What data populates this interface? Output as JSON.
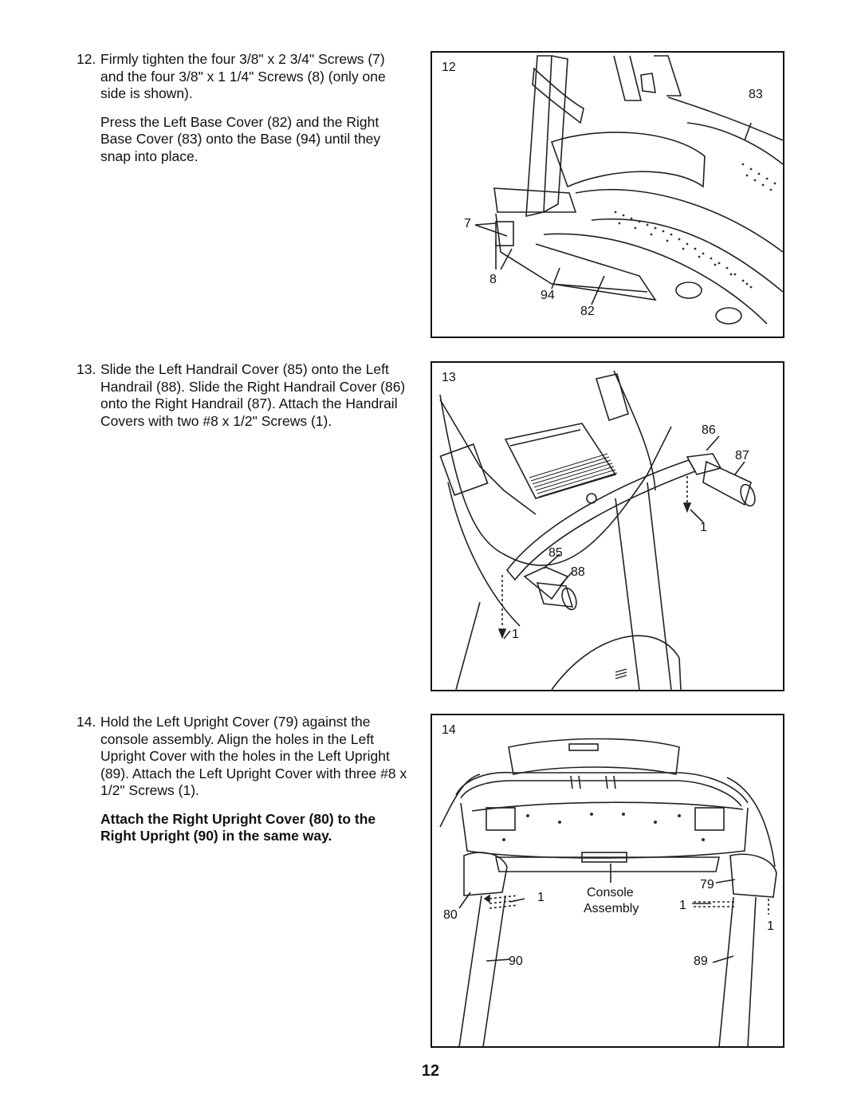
{
  "steps": [
    {
      "number": "12.",
      "paragraphs": [
        {
          "text": "Firmly tighten the four 3/8\" x 2 3/4\" Screws (7) and the four 3/8\" x 1 1/4\" Screws (8) (only one side is shown).",
          "bold": false
        },
        {
          "text": "Press the Left Base Cover (82) and the Right Base Cover (83) onto the Base (94) until they snap into place.",
          "bold": false
        }
      ]
    },
    {
      "number": "13.",
      "paragraphs": [
        {
          "text": "Slide the Left Handrail Cover (85) onto the Left Handrail (88). Slide the Right Handrail Cover (86) onto the Right Handrail (87). Attach the Handrail Covers with two #8 x 1/2\" Screws (1).",
          "bold": false
        }
      ]
    },
    {
      "number": "14.",
      "paragraphs": [
        {
          "text": "Hold the Left Upright Cover (79) against the console assembly. Align the holes in the Left Upright Cover with the holes in the Left Upright (89). Attach the Left Upright Cover with three #8 x 1/2\" Screws (1).",
          "bold": false
        },
        {
          "text": "Attach the Right Upright Cover (80) to the Right Upright (90) in the same way.",
          "bold": true
        }
      ]
    }
  ],
  "figures": [
    {
      "number": "12",
      "callouts": [
        "83",
        "7",
        "8",
        "94",
        "82"
      ]
    },
    {
      "number": "13",
      "callouts": [
        "86",
        "87",
        "1",
        "85",
        "88",
        "1"
      ]
    },
    {
      "number": "14",
      "callouts": [
        "79",
        "1",
        "Console",
        "Assembly",
        "1",
        "80",
        "1",
        "90",
        "89"
      ]
    }
  ],
  "page_number": "12"
}
